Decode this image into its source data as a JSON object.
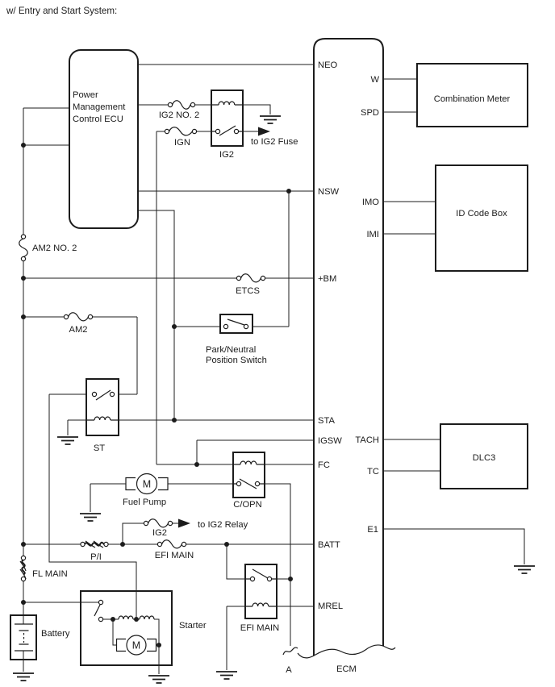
{
  "title": "w/ Entry and Start System:",
  "colors": {
    "line": "#1c1c1c",
    "background": "#ffffff"
  },
  "components": {
    "pmc_ecu": {
      "line1": "Power",
      "line2": "Management",
      "line3": "Control ECU"
    },
    "combination_meter": "Combination Meter",
    "id_code_box": "ID Code Box",
    "dlc3": "DLC3",
    "ecm": "ECM",
    "starter": "Starter",
    "battery": "Battery",
    "fuel_pump": "Fuel Pump",
    "park_neutral_line1": "Park/Neutral",
    "park_neutral_line2": "Position Switch",
    "ig2_relay": "IG2",
    "st_relay": "ST",
    "copn_relay": "C/OPN",
    "efi_main_relay": "EFI MAIN",
    "motor": "M"
  },
  "fuses": {
    "ig2_no2": "IG2 NO. 2",
    "ign": "IGN",
    "etcs": "ETCS",
    "am2": "AM2",
    "am2_no2": "AM2 NO. 2",
    "ig2": "IG2",
    "efi_main": "EFI MAIN",
    "pi": "P/I",
    "fl_main": "FL MAIN"
  },
  "ecm_pins": {
    "left": [
      "NEO",
      "NSW",
      "+BM",
      "STA",
      "IGSW",
      "FC",
      "BATT",
      "MREL"
    ],
    "right": [
      "W",
      "SPD",
      "IMO",
      "IMI",
      "TACH",
      "TC",
      "E1"
    ]
  },
  "annotations": {
    "to_ig2_fuse": "to IG2 Fuse",
    "to_ig2_relay": "to IG2 Relay",
    "connector_a": "A"
  }
}
